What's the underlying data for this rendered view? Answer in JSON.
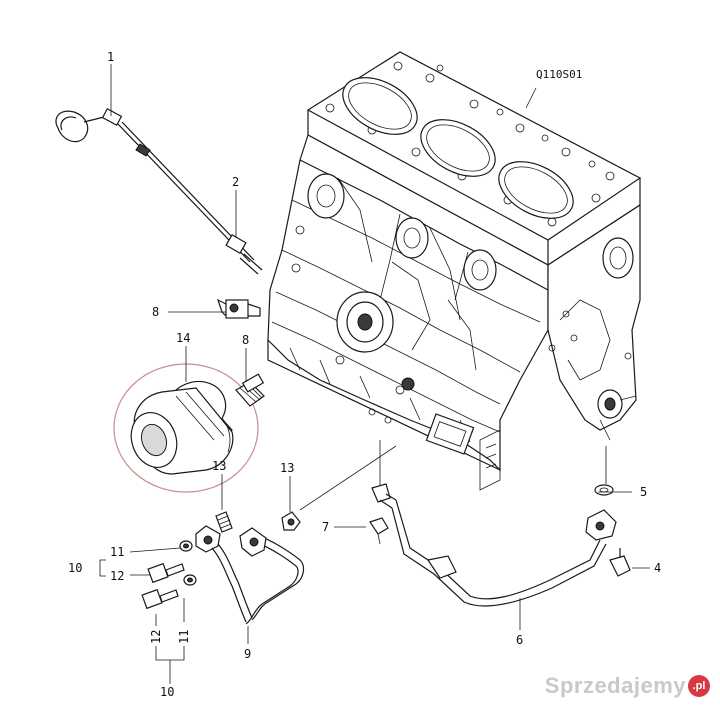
{
  "diagram": {
    "code": "Q110S01",
    "callouts": [
      {
        "id": "1",
        "label": "1"
      },
      {
        "id": "2",
        "label": "2"
      },
      {
        "id": "3a",
        "label": "8"
      },
      {
        "id": "3b",
        "label": "8"
      },
      {
        "id": "14",
        "label": "14"
      },
      {
        "id": "13a",
        "label": "13"
      },
      {
        "id": "13b",
        "label": "13"
      },
      {
        "id": "7",
        "label": "7"
      },
      {
        "id": "5",
        "label": "5"
      },
      {
        "id": "4",
        "label": "4"
      },
      {
        "id": "10a",
        "label": "10"
      },
      {
        "id": "11a",
        "label": "11"
      },
      {
        "id": "12a",
        "label": "12"
      },
      {
        "id": "12b",
        "label": "12"
      },
      {
        "id": "11b",
        "label": "11"
      },
      {
        "id": "9",
        "label": "9"
      },
      {
        "id": "6",
        "label": "6"
      },
      {
        "id": "10b",
        "label": "10"
      }
    ]
  },
  "watermark": {
    "text": "Sprzedajemy",
    "badge": ".pl"
  },
  "colors": {
    "line": "#1a1a1a",
    "highlight_circle": "#c98b8b",
    "watermark_text": "#c9c9c9",
    "watermark_badge": "#d8383f"
  }
}
